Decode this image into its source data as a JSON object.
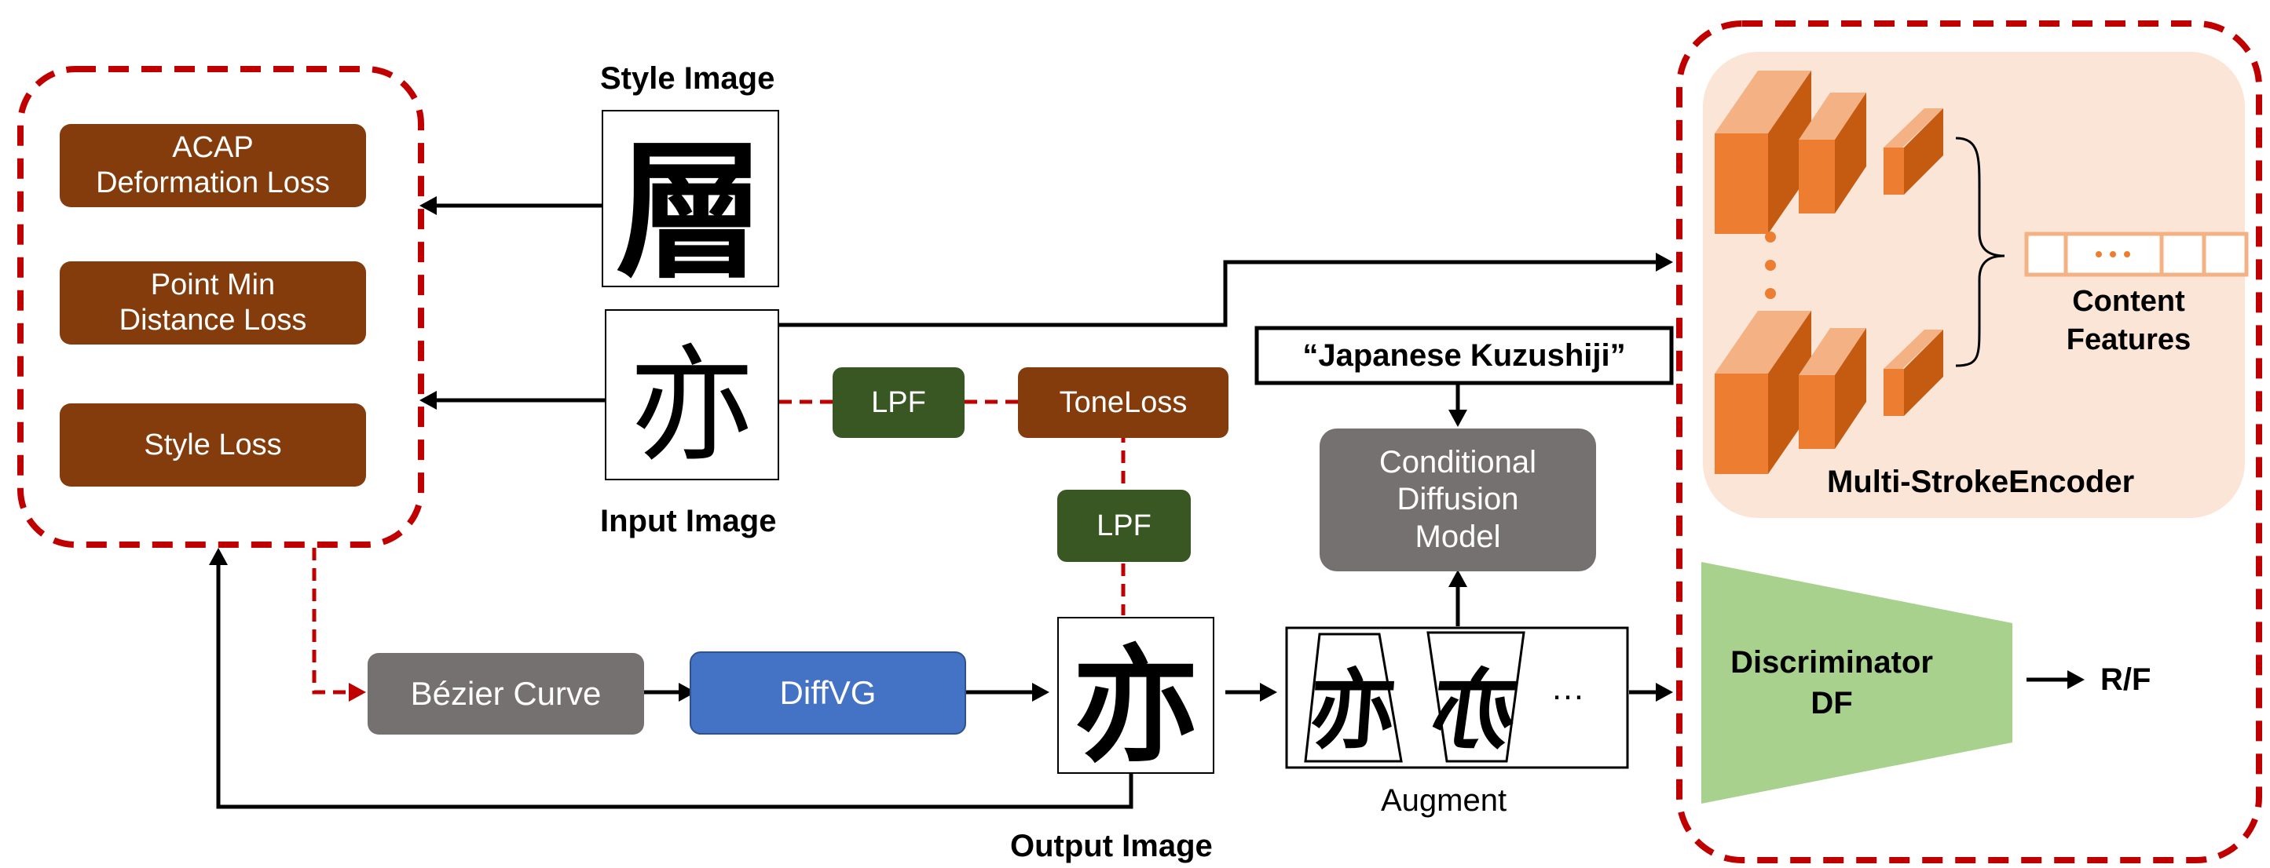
{
  "losses": {
    "acap": "ACAP\nDeformation Loss",
    "point_min": "Point Min\nDistance Loss",
    "style": "Style Loss"
  },
  "images": {
    "style_label": "Style Image",
    "input_label": "Input Image",
    "output_label": "Output Image",
    "style_glyph": "層",
    "input_glyph": "亦",
    "output_glyph": "亦"
  },
  "filters": {
    "lpf_top": "LPF",
    "lpf_bottom": "LPF",
    "tone_loss": "ToneLoss"
  },
  "pipeline": {
    "bezier": "Bézier Curve",
    "diffvg": "DiffVG",
    "augment_label": "Augment",
    "augment_ellipsis": "…",
    "aug_glyph_1": "亦",
    "aug_glyph_2": "亦"
  },
  "diffusion": {
    "prompt": "“Japanese Kuzushiji”",
    "model": "Conditional\nDiffusion\nModel"
  },
  "encoder": {
    "title": "Multi-StrokeEncoder",
    "features": "Content\nFeatures",
    "feature_dots": "···",
    "vertical_dots": "•\n•\n•"
  },
  "discriminator": {
    "label": "Discriminator\nDF",
    "output": "R/F"
  },
  "colors": {
    "loss_brown": "#843c0c",
    "lpf_green": "#385723",
    "grey_box": "#767171",
    "diffvg_blue": "#4472c4",
    "dashed_red": "#c00000",
    "encoder_bg": "#fbe5d6",
    "encoder_orange": "#ed7d31",
    "discriminator_green": "#a9d18e"
  }
}
